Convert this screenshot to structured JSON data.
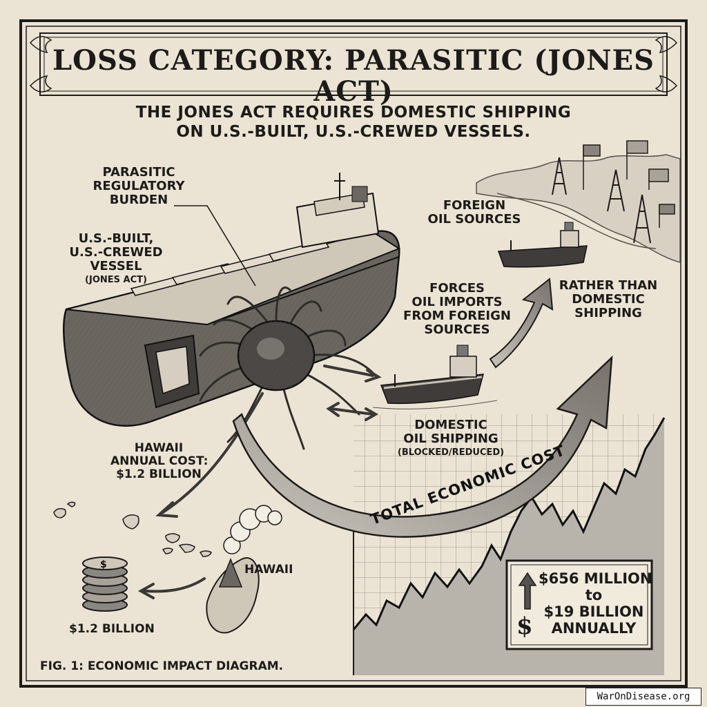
{
  "title": "LOSS CATEGORY: PARASITIC (JONES ACT)",
  "subtitle": [
    "THE JONES ACT REQUIRES DOMESTIC SHIPPING",
    "ON U.S.-BUILT, U.S.-CREWED VESSELS."
  ],
  "labels": {
    "parasitic_burden": [
      "PARASITIC",
      "REGULATORY",
      "BURDEN"
    ],
    "vessel": [
      "U.S.-BUILT,",
      "U.S.-CREWED",
      "VESSEL"
    ],
    "vessel_note": "(JONES ACT)",
    "foreign_oil": [
      "FOREIGN",
      "OIL SOURCES"
    ],
    "forces_imports": [
      "FORCES",
      "OIL IMPORTS",
      "FROM FOREIGN",
      "SOURCES"
    ],
    "rather_than": [
      "RATHER THAN",
      "DOMESTIC",
      "SHIPPING"
    ],
    "domestic_shipping": [
      "DOMESTIC",
      "OIL SHIPPING"
    ],
    "domestic_note": "(BLOCKED/REDUCED)",
    "hawaii_cost": [
      "HAWAII",
      "ANNUAL COST:",
      "$1.2 BILLION"
    ],
    "hawaii": "HAWAII",
    "coins_value": "$1.2 BILLION",
    "total_cost_arrow": "TOTAL ECONOMIC COST",
    "cost_range": [
      "$656 MILLION",
      "to",
      "$19 BILLION",
      "ANNUALLY"
    ],
    "dollar_symbol": "$",
    "caption": "FIG. 1: ECONOMIC IMPACT DIAGRAM.",
    "website": "WarOnDisease.org"
  },
  "colors": {
    "paper": "#ebe4d4",
    "ink": "#1c1b19",
    "ship_hull": "#6b6660",
    "parasite": "#4a4744",
    "arrow": "#8a8681",
    "chart_fill": "#b8b3ab"
  }
}
